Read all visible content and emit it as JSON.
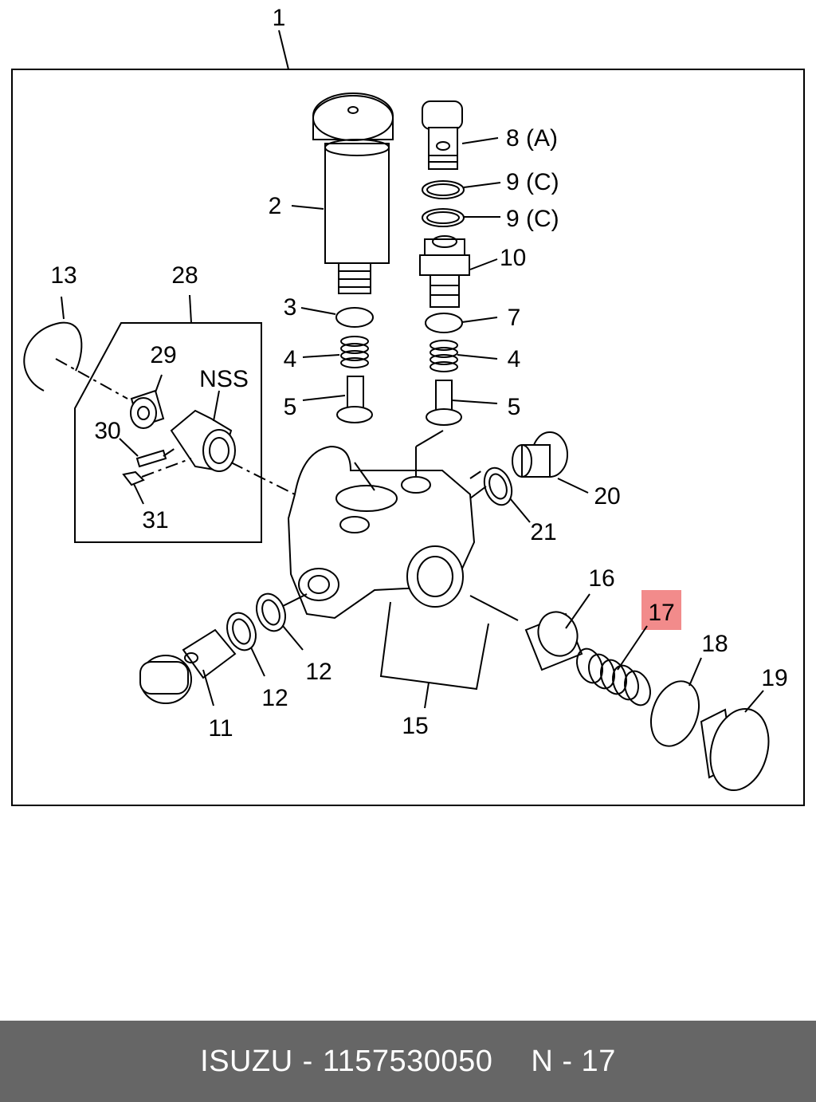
{
  "footer": {
    "brand": "ISUZU",
    "separator": "-",
    "part_number": "1157530050",
    "ref": "N - 17"
  },
  "highlight_color": "#f28b8b",
  "callouts": {
    "c1": "1",
    "c2": "2",
    "c3": "3",
    "c4a": "4",
    "c4b": "4",
    "c5a": "5",
    "c5b": "5",
    "c7": "7",
    "c8": "8 (A)",
    "c9a": "9 (C)",
    "c9b": "9 (C)",
    "c10": "10",
    "c11": "11",
    "c12a": "12",
    "c12b": "12",
    "c13": "13",
    "c15": "15",
    "c16": "16",
    "c17": "17",
    "c18": "18",
    "c19": "19",
    "c20": "20",
    "c21": "21",
    "c28": "28",
    "c29": "29",
    "c30": "30",
    "c31": "31",
    "nss": "NSS"
  }
}
